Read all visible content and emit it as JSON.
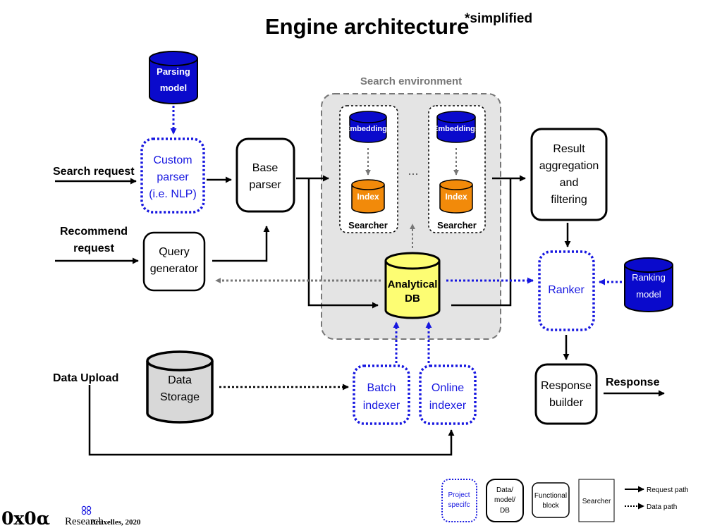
{
  "title": "Engine architecture",
  "title_suffix": "*simplified",
  "colors": {
    "project_blue": "#1717e0",
    "db_blue": "#0a0acc",
    "index_orange": "#f28a0a",
    "analytical_yellow": "#fdfd73",
    "env_gray": "#e4e4e4",
    "storage_gray": "#d8d8d8"
  },
  "search_environment": {
    "label": "Search environment",
    "searchers": [
      {
        "embeddings": "Embeddings",
        "index": "Index",
        "label": "Searcher"
      },
      {
        "embeddings": "Embeddings",
        "index": "Index",
        "label": "Searcher"
      }
    ],
    "ellipsis": "..."
  },
  "parsing_model": {
    "line1": "Parsing",
    "line2": "model"
  },
  "ranking_model": {
    "line1": "Ranking",
    "line2": "model"
  },
  "custom_parser": {
    "line1": "Custom",
    "line2": "parser",
    "line3": "(i.e. NLP)"
  },
  "base_parser": {
    "line1": "Base",
    "line2": "parser"
  },
  "query_generator": {
    "line1": "Query",
    "line2": "generator"
  },
  "analytical_db": {
    "line1": "Analytical",
    "line2": "DB"
  },
  "result_aggregation": {
    "line1": "Result",
    "line2": "aggregation",
    "line3": "and",
    "line4": "filtering"
  },
  "ranker": "Ranker",
  "response_builder": {
    "line1": "Response",
    "line2": "builder"
  },
  "data_storage": {
    "line1": "Data",
    "line2": "Storage"
  },
  "batch_indexer": {
    "line1": "Batch",
    "line2": "indexer"
  },
  "online_indexer": {
    "line1": "Online",
    "line2": "indexer"
  },
  "inputs": {
    "search_request": "Search request",
    "recommend_line1": "Recommend",
    "recommend_line2": "request",
    "data_upload": "Data Upload",
    "response": "Response"
  },
  "legend": {
    "project_line1": "Project",
    "project_line2": "specifc",
    "data_line1": "Data/",
    "data_line2": "model/",
    "data_line3": "DB",
    "functional_line1": "Functional",
    "functional_line2": "block",
    "searcher": "Searcher",
    "request_path": "Request path",
    "data_path": "Data path"
  },
  "footer": {
    "logo": "0x0α",
    "research": "Research",
    "location": "Bruxelles, 2020"
  }
}
